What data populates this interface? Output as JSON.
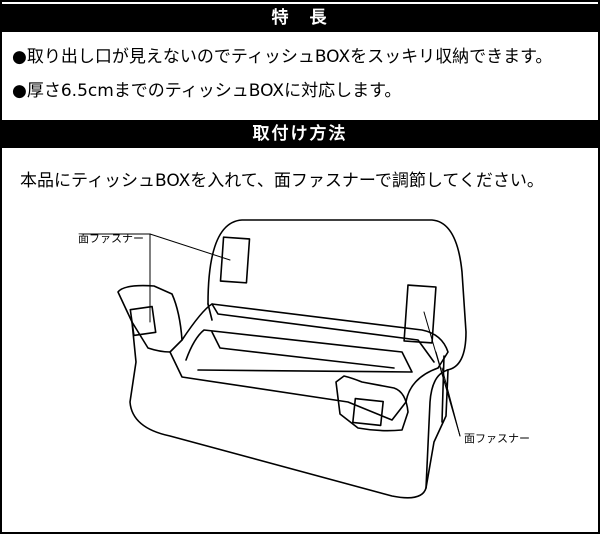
{
  "features": {
    "heading": "特　長",
    "bullet": "●",
    "items": [
      "取り出し口が見えないのでティッシュBOXをスッキリ収納できます。",
      "厚さ6.5cmまでのティッシュBOXに対応します。"
    ]
  },
  "installation": {
    "heading": "取付け方法",
    "instruction": "本品にティッシュBOXを入れて、面ファスナーで調節してください。"
  },
  "diagram": {
    "callout_top": "面ファスナー",
    "callout_bottom": "面ファスナー"
  }
}
